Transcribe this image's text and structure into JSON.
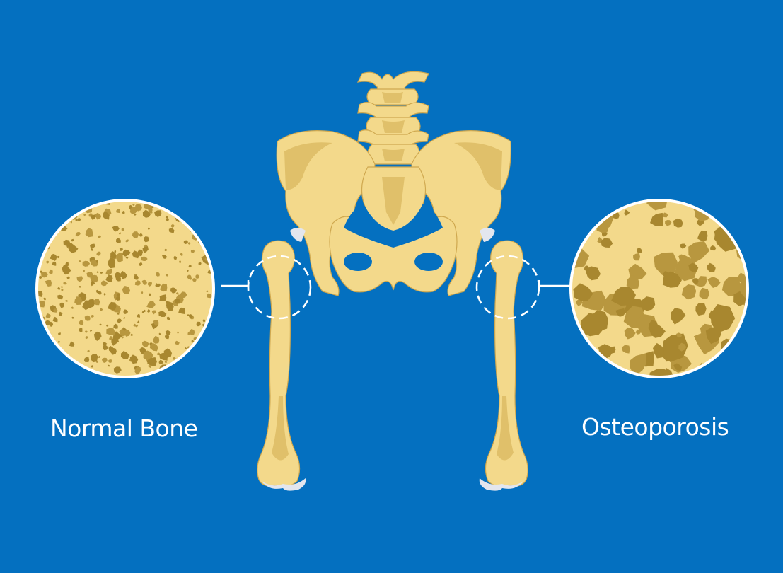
{
  "labels": {
    "left": "Normal Bone",
    "right": "Osteoporosis"
  },
  "colors": {
    "background": "#0470c0",
    "bone": "#f3d98b",
    "bone_shadow": "#e0c06a",
    "bone_line": "#cfa84f",
    "cartilage": "#e3e6ee",
    "pore": "#b8973f",
    "pore_dark": "#a8872f",
    "outline": "#ffffff"
  },
  "icons": {
    "pelvis": "pelvis-illustration",
    "spine": "lumbar-vertebrae-illustration",
    "femur_left": "femur-bone-icon",
    "femur_right": "femur-bone-icon",
    "zoom_left": "magnified-normal-bone-icon",
    "zoom_right": "magnified-osteoporotic-bone-icon"
  }
}
